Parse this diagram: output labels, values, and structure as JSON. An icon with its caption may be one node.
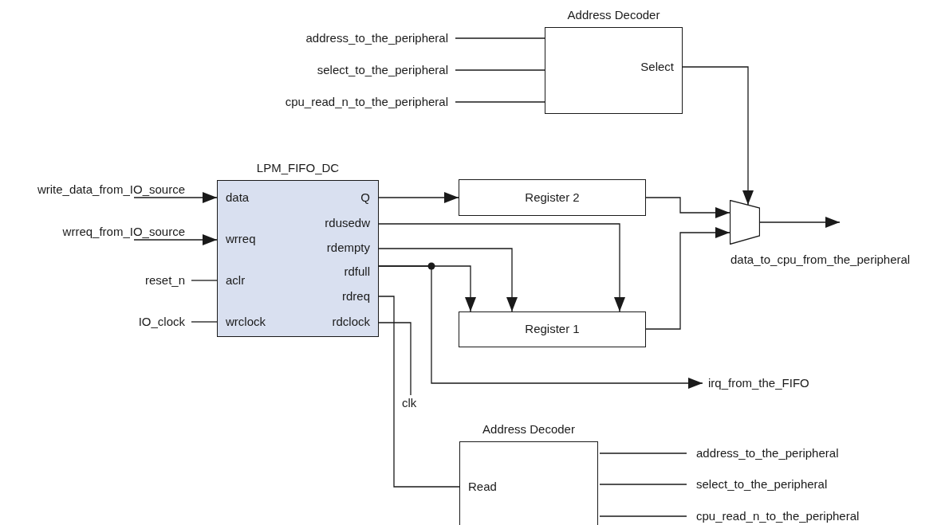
{
  "diagram": {
    "nodes": [
      {
        "text": [
          "Address Decoder",
          "Select"
        ]
      },
      {
        "text": [
          "address_to_the_peripheral"
        ]
      },
      {
        "text": [
          "select_to_the_peripheral"
        ]
      },
      {
        "text": [
          "cpu_read_n_to_the_peripheral"
        ]
      },
      {
        "text": [
          "LPM_FIFO_DC",
          "data",
          "wrreq",
          "aclr",
          "wrclock",
          "Q",
          "rdusedw",
          "rdempty",
          "rdfull",
          "rdreq",
          "rdclock"
        ]
      },
      {
        "text": [
          "write_data_from_IO_source"
        ]
      },
      {
        "text": [
          "wrreq_from_IO_source"
        ]
      },
      {
        "text": [
          "reset_n"
        ]
      },
      {
        "text": [
          "IO_clock"
        ]
      },
      {
        "text": [
          "Register 2"
        ]
      },
      {
        "text": [
          "Register 1"
        ]
      },
      {
        "text": [],
        "shape": "trapezoid",
        "beside": [
          "data_to_cpu_from_the_peripheral"
        ]
      },
      {
        "text": [
          "irq_from_the_FIFO"
        ]
      },
      {
        "text": [
          "clk"
        ]
      },
      {
        "text": [
          "Address Decoder",
          "Read"
        ]
      },
      {
        "text": [
          "address_to_the_peripheral"
        ]
      },
      {
        "text": [
          "select_to_the_peripheral"
        ]
      },
      {
        "text": [
          "cpu_read_n_to_the_peripheral"
        ]
      }
    ],
    "edges": [
      {
        "from": 1,
        "to": 0,
        "arrow": "none"
      },
      {
        "from": 2,
        "to": 0,
        "arrow": "none"
      },
      {
        "from": 3,
        "to": 0,
        "arrow": "none"
      },
      {
        "from": 0,
        "to": 11,
        "arrow": "to"
      },
      {
        "from": 5,
        "to": 4,
        "arrow": "to"
      },
      {
        "from": 6,
        "to": 4,
        "arrow": "to"
      },
      {
        "from": 7,
        "to": 4,
        "arrow": "none"
      },
      {
        "from": 8,
        "to": 4,
        "arrow": "none"
      },
      {
        "from": 4,
        "to": 9,
        "arrow": "to"
      },
      {
        "from": 4,
        "to": 10,
        "arrow": "to"
      },
      {
        "from": 4,
        "to": 10,
        "arrow": "to"
      },
      {
        "from": 4,
        "to": 10,
        "arrow": "to"
      },
      {
        "from": 4,
        "to": 12,
        "arrow": "to"
      },
      {
        "from": 4,
        "to": 14,
        "arrow": "none"
      },
      {
        "from": 4,
        "to": 13,
        "arrow": "none"
      },
      {
        "from": 9,
        "to": 11,
        "arrow": "to"
      },
      {
        "from": 10,
        "to": 11,
        "arrow": "to"
      },
      {
        "from": 11,
        "to": null,
        "arrow": "to"
      },
      {
        "from": 14,
        "to": 15,
        "arrow": "none"
      },
      {
        "from": 14,
        "to": 16,
        "arrow": "none"
      },
      {
        "from": 14,
        "to": 17,
        "arrow": "none"
      }
    ]
  }
}
